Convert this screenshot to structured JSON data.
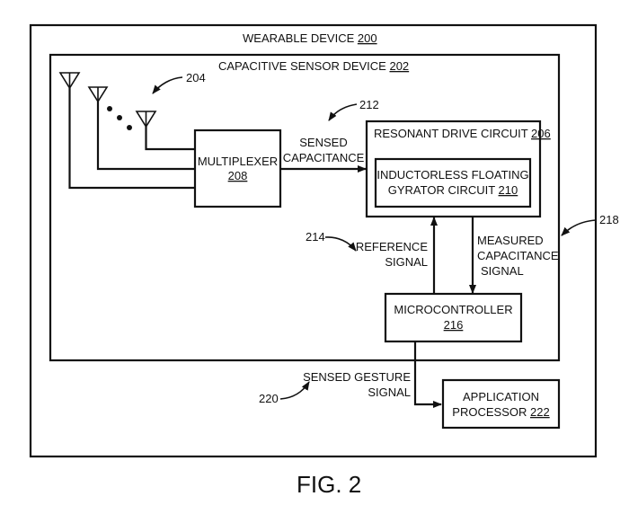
{
  "colors": {
    "ink": "#111111",
    "background": "#ffffff"
  },
  "figure_caption": "FIG. 2",
  "wearable_device": {
    "label": "WEARABLE DEVICE ",
    "ref": "200"
  },
  "capacitive_sensor_device": {
    "label": "CAPACITIVE SENSOR DEVICE ",
    "ref": "202"
  },
  "antennas": {
    "ref": "204",
    "count_drawn": 3,
    "ellipsis": "..."
  },
  "multiplexer": {
    "label": "MULTIPLEXER",
    "ref": "208"
  },
  "sensed_capacitance": {
    "line1": "SENSED",
    "line2": "CAPACITANCE",
    "ref": "212"
  },
  "resonant_drive_circuit": {
    "label": "RESONANT DRIVE CIRCUIT ",
    "ref": "206"
  },
  "gyrator_circuit": {
    "line1": "INDUCTORLESS FLOATING",
    "line2": "GYRATOR CIRCUIT ",
    "ref": "210"
  },
  "reference_signal": {
    "line1": "REFERENCE",
    "line2": "SIGNAL",
    "ref": "214"
  },
  "measured_capacitance_signal": {
    "line1": "MEASURED",
    "line2": "CAPACITANCE",
    "line3": "SIGNAL",
    "ref": "218"
  },
  "microcontroller": {
    "label": "MICROCONTROLLER",
    "ref": "216"
  },
  "sensed_gesture_signal": {
    "line1": "SENSED GESTURE",
    "line2": "SIGNAL",
    "ref": "220"
  },
  "application_processor": {
    "line1": "APPLICATION",
    "line2": "PROCESSOR ",
    "ref": "222"
  }
}
